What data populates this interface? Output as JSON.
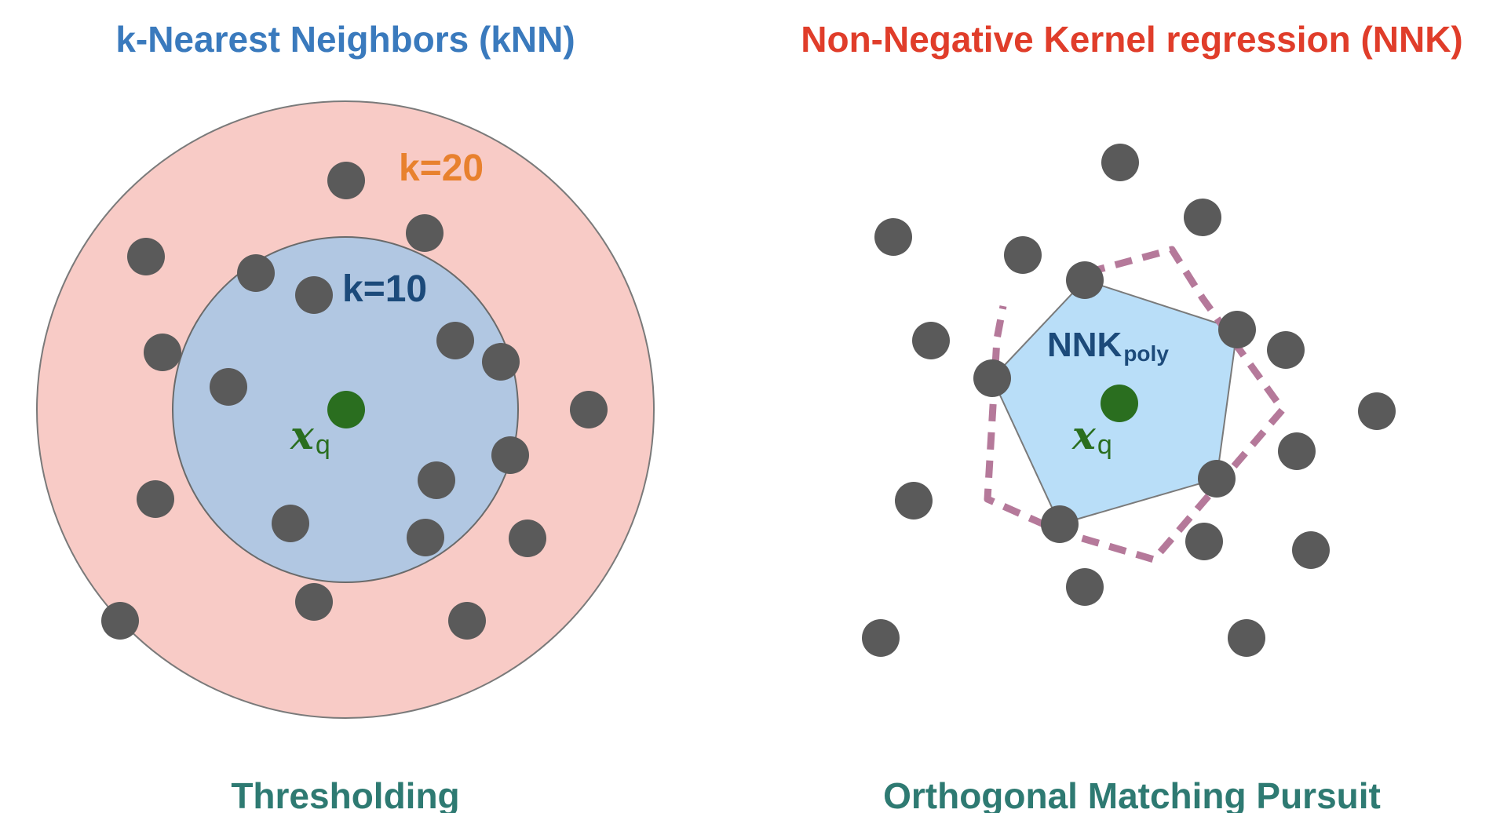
{
  "knn_panel": {
    "title": "k-Nearest Neighbors (kNN)",
    "caption": "Thresholding",
    "outer_label": "k=20",
    "inner_label": "k=10",
    "query_symbol": "x",
    "query_subscript": "q"
  },
  "nnk_panel": {
    "title": "Non-Negative Kernel regression (NNK)",
    "caption": "Orthogonal Matching Pursuit",
    "polytope_label": "NNK",
    "polytope_subscript": "poly",
    "query_symbol": "x",
    "query_subscript": "q"
  },
  "colors": {
    "knn_title": "#3a7abd",
    "nnk_title": "#e03d2a",
    "caption": "#2e7a72",
    "k20_label": "#e8812e",
    "k10_label": "#1c4a7a",
    "outer_circle_fill": "#f8cbc6",
    "inner_circle_fill": "#b1c7e2",
    "polytope_fill": "#b9def8",
    "dashed_outline": "#b5799a",
    "query_point": "#2a6e1f",
    "data_point": "#5a5a5a",
    "nnk_label": "#1c4a7a"
  }
}
